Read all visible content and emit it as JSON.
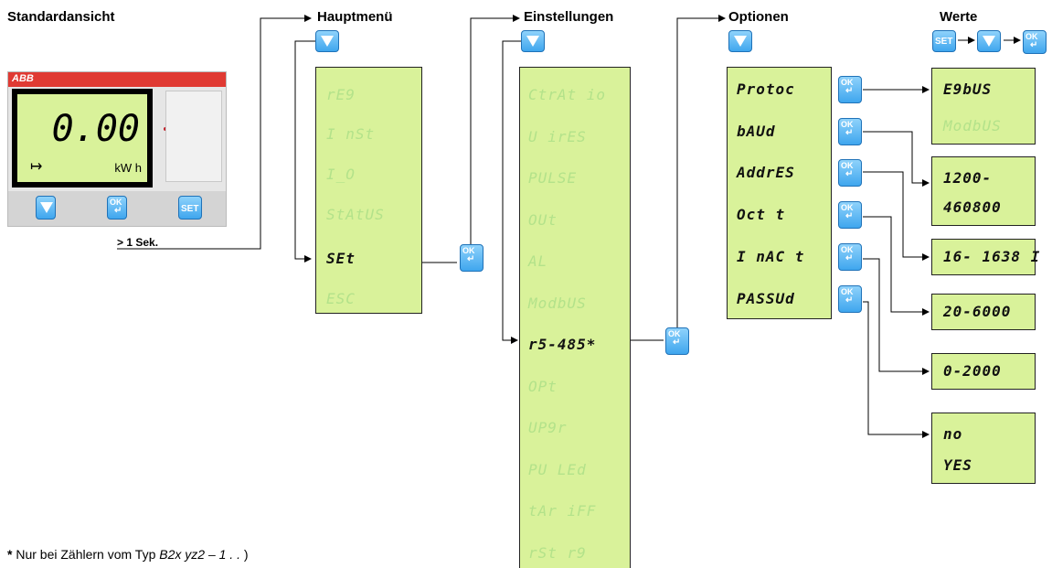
{
  "headers": {
    "standard_view": "Standardansicht",
    "main_menu": "Hauptmenü",
    "settings": "Einstellungen",
    "options": "Optionen",
    "values": "Werte"
  },
  "meter": {
    "brand": "ABB",
    "reading": "0.00",
    "unit": "kW h",
    "arrow_glyph": "↦",
    "keys": {
      "down": "▼",
      "ok_label": "OK",
      "ok_enter": "↵",
      "set_label": "SET"
    }
  },
  "hold_note": "> 1 Sek.",
  "main_menu_items": [
    {
      "label": "rE9",
      "active": false
    },
    {
      "label": "I nSt",
      "active": false
    },
    {
      "label": "I_O",
      "active": false
    },
    {
      "label": "StAtUS",
      "active": false
    },
    {
      "label": "SEt",
      "active": true
    },
    {
      "label": "ESC",
      "active": false
    }
  ],
  "settings_items": [
    {
      "label": "CtrAt io",
      "active": false
    },
    {
      "label": "U irES",
      "active": false
    },
    {
      "label": "PULSE",
      "active": false
    },
    {
      "label": "OUt",
      "active": false
    },
    {
      "label": "AL",
      "active": false
    },
    {
      "label": "ModbUS",
      "active": false
    },
    {
      "label": "r5-485*",
      "active": true
    },
    {
      "label": "OPt",
      "active": false
    },
    {
      "label": "UP9r",
      "active": false
    },
    {
      "label": "PU LEd",
      "active": false
    },
    {
      "label": "tAr iFF",
      "active": false
    },
    {
      "label": "rSt r9",
      "active": false
    }
  ],
  "options_items": [
    {
      "label": "Protoc"
    },
    {
      "label": "bAUd"
    },
    {
      "label": "AddrES"
    },
    {
      "label": "Oct t"
    },
    {
      "label": "I nAC t"
    },
    {
      "label": "PASSUd"
    }
  ],
  "values_boxes": [
    {
      "lines": [
        "E9bUS",
        "ModbUS"
      ],
      "dim": [
        false,
        true
      ]
    },
    {
      "lines": [
        "1200-",
        "460800"
      ],
      "dim": [
        false,
        false
      ]
    },
    {
      "lines": [
        "16- 1638 I"
      ],
      "dim": [
        false
      ]
    },
    {
      "lines": [
        "20-6000"
      ],
      "dim": [
        false
      ]
    },
    {
      "lines": [
        "0-2000"
      ],
      "dim": [
        false
      ]
    },
    {
      "lines": [
        "no",
        "YES"
      ],
      "dim": [
        false,
        false
      ]
    }
  ],
  "footnote": {
    "star": "*",
    "text": " Nur bei Zählern vom Typ ",
    "type_code": "B2x yz2 – 1 . .",
    "close": " )"
  },
  "colors": {
    "lcd_bg": "#d9f29a",
    "key_blue": "#3fa6ee",
    "abb_red": "#e03a33",
    "segment_dim": "#b3e28a"
  }
}
